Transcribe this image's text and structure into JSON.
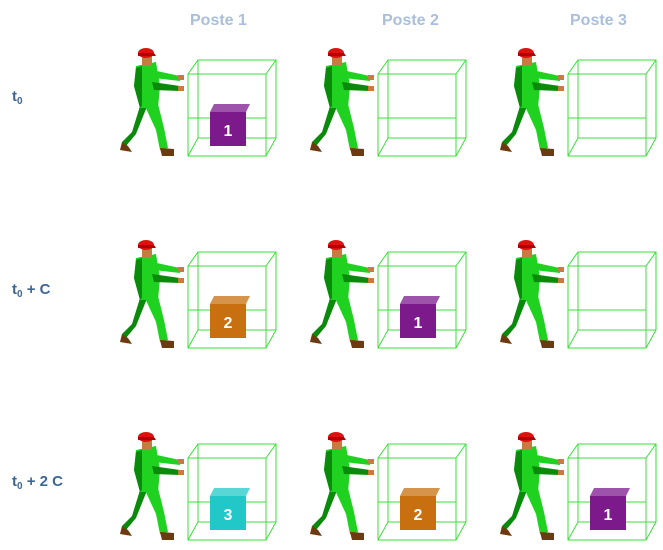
{
  "headers": [
    "Poste 1",
    "Poste 2",
    "Poste 3"
  ],
  "rows": [
    {
      "t": "t",
      "sub": "0",
      "suffix": ""
    },
    {
      "t": "t",
      "sub": "0",
      "suffix": " + C"
    },
    {
      "t": "t",
      "sub": "0",
      "suffix": " + 2 C"
    }
  ],
  "boxes": [
    [
      {
        "label": "1",
        "color": "#7c1a8c"
      },
      null,
      null
    ],
    [
      {
        "label": "2",
        "color": "#c8700f"
      },
      {
        "label": "1",
        "color": "#7c1a8c"
      },
      null
    ],
    [
      {
        "label": "3",
        "color": "#22c8c8"
      },
      {
        "label": "2",
        "color": "#c8700f"
      },
      {
        "label": "1",
        "color": "#7c1a8c"
      }
    ]
  ],
  "colors": {
    "worker_body": "#1fd21f",
    "worker_shade": "#0a8a0a",
    "cap": "#e01010",
    "skin": "#c87a40",
    "shoe": "#6b3a10",
    "frame": "#38e038",
    "header": "#a9bfdc",
    "row_label": "#3e6694"
  }
}
